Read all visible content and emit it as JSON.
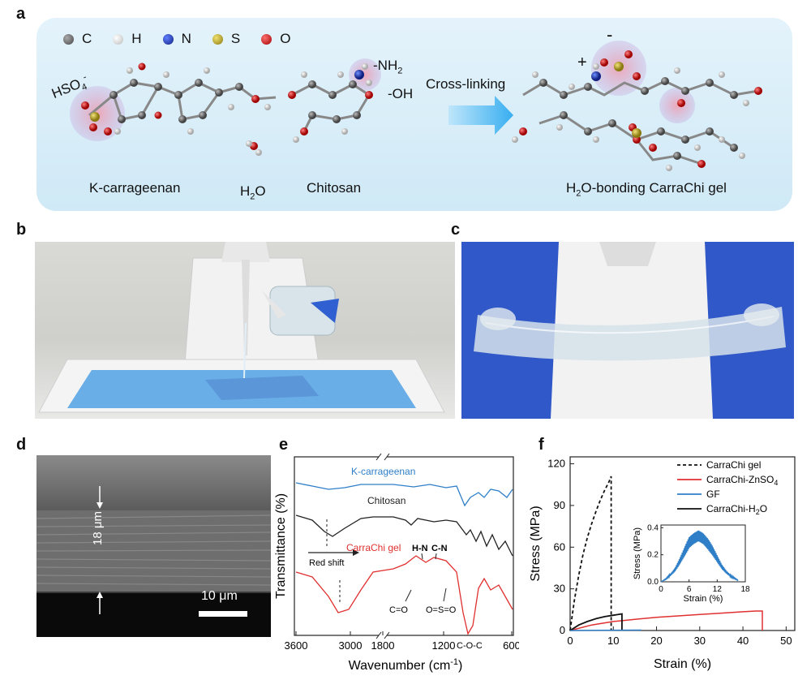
{
  "panel_labels": {
    "a": "a",
    "b": "b",
    "c": "c",
    "d": "d",
    "e": "e",
    "f": "f"
  },
  "panel_a": {
    "legend": [
      {
        "symbol": "C",
        "color": "#6b6b6b"
      },
      {
        "symbol": "H",
        "color": "#e6e6e6"
      },
      {
        "symbol": "N",
        "color": "#1f3fb3"
      },
      {
        "symbol": "S",
        "color": "#b8a21a"
      },
      {
        "symbol": "O",
        "color": "#d62020"
      }
    ],
    "hso4_label": "HSO",
    "hso4_sub": "4",
    "hso4_sup": "-",
    "nh2_label": "-NH",
    "nh2_sub": "2",
    "oh_label": "-OH",
    "crosslink_label": "Cross-linking",
    "plus_sign": "+",
    "minus_sign": "-",
    "kcarr_label": "K-carrageenan",
    "water_label_main": "H",
    "water_label_sub": "2",
    "water_label_tail": "O",
    "chitosan_label": "Chitosan",
    "gel_label_pre": "H",
    "gel_label_sub": "2",
    "gel_label_tail": "O-bonding CarraChi gel"
  },
  "panel_d": {
    "thickness_label": "18 μm",
    "scale_label": "10 μm"
  },
  "chart_e": {
    "type": "line",
    "ylabel": "Transmittance (%)",
    "xlabel_main": "Wavenumber (cm",
    "xlabel_sup": "-1",
    "xlabel_tail": ")",
    "x_ticks": [
      "3600",
      "3000",
      "1800",
      "1200",
      "600"
    ],
    "series": [
      {
        "name": "K-carrageenan",
        "color": "#2f7fc8"
      },
      {
        "name": "Chitosan",
        "color": "#222222"
      },
      {
        "name": "CarraChi gel",
        "color": "#e03030"
      }
    ],
    "annotations": {
      "red_shift": "Red shift",
      "hn": "H-N",
      "cn": "C-N",
      "co": "C=O",
      "oso": "O=S=O",
      "coc": "C-O-C"
    }
  },
  "chart_f": {
    "type": "line",
    "ylabel": "Stress (MPa)",
    "xlabel": "Strain (%)",
    "x_ticks": [
      "0",
      "10",
      "20",
      "30",
      "40",
      "50"
    ],
    "y_ticks": [
      "0",
      "30",
      "60",
      "90",
      "120"
    ],
    "xlim": [
      0,
      52
    ],
    "ylim": [
      0,
      125
    ],
    "legend": [
      {
        "label": "CarraChi gel",
        "color": "#111111",
        "dash": true
      },
      {
        "label_main": "CarraChi-ZnSO",
        "label_sub": "4",
        "color": "#e03030",
        "dash": false
      },
      {
        "label": "GF",
        "color": "#2f7fc8",
        "dash": false
      },
      {
        "label_main": "CarraChi-H",
        "label_sub": "2",
        "label_tail": "O",
        "color": "#111111",
        "dash": false
      }
    ],
    "series": [
      {
        "key": "carrachi_gel",
        "x": [
          0,
          1,
          2,
          3,
          4,
          5,
          6,
          7,
          8,
          9,
          9.5
        ],
        "y": [
          0,
          22,
          40,
          55,
          67,
          77,
          86,
          94,
          101,
          107,
          111
        ]
      },
      {
        "key": "znso4",
        "x": [
          0,
          5,
          10,
          15,
          20,
          25,
          30,
          35,
          40,
          43,
          44.5
        ],
        "y": [
          0,
          4,
          6.5,
          8,
          9.5,
          10.5,
          11.5,
          12.5,
          13.5,
          14,
          14
        ]
      },
      {
        "key": "h2o",
        "x": [
          0,
          2,
          4,
          6,
          8,
          10,
          12
        ],
        "y": [
          0,
          4,
          6.5,
          8.5,
          10,
          11,
          12
        ]
      },
      {
        "key": "gf",
        "x": [
          0,
          16.5
        ],
        "y": [
          0,
          0.3
        ]
      }
    ],
    "inset": {
      "ylabel": "Stress (MPa)",
      "xlabel": "Strain (%)",
      "x_ticks": [
        "0",
        "6",
        "12",
        "18"
      ],
      "y_ticks": [
        "0.0",
        "0.2",
        "0.4"
      ],
      "xlim": [
        0,
        18
      ],
      "ylim": [
        0,
        0.42
      ],
      "x": [
        0,
        1,
        2,
        3,
        4,
        5,
        6,
        7,
        8,
        9,
        10,
        11,
        12,
        13,
        14,
        15,
        16,
        16.5
      ],
      "y": [
        0,
        0.02,
        0.05,
        0.09,
        0.15,
        0.22,
        0.29,
        0.32,
        0.34,
        0.32,
        0.28,
        0.23,
        0.17,
        0.11,
        0.07,
        0.04,
        0.02,
        0.01
      ]
    }
  }
}
